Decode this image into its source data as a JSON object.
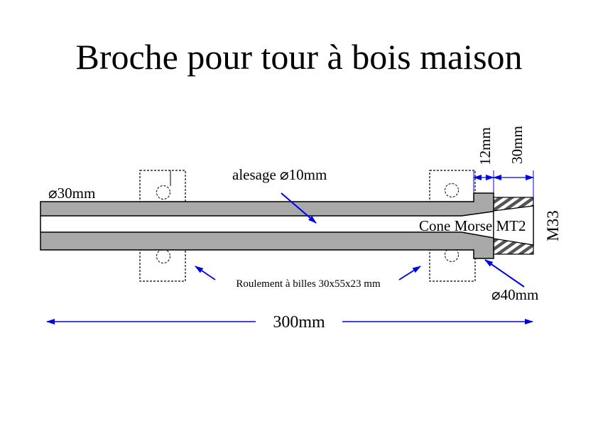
{
  "title": "Broche pour tour à bois maison",
  "labels": {
    "shaft_diameter": "⌀30mm",
    "bore": "alesage ⌀10mm",
    "taper": "Cone Morse MT2",
    "thread": "M33",
    "collar_length": "12mm",
    "thread_length": "30mm",
    "collar_diameter": "⌀40mm",
    "bearings": "Roulement à billes 30x55x23 mm",
    "total_length": "300mm"
  },
  "colors": {
    "steel": "#a9a9a9",
    "dimension": "#0000e6",
    "outline": "#000000"
  }
}
